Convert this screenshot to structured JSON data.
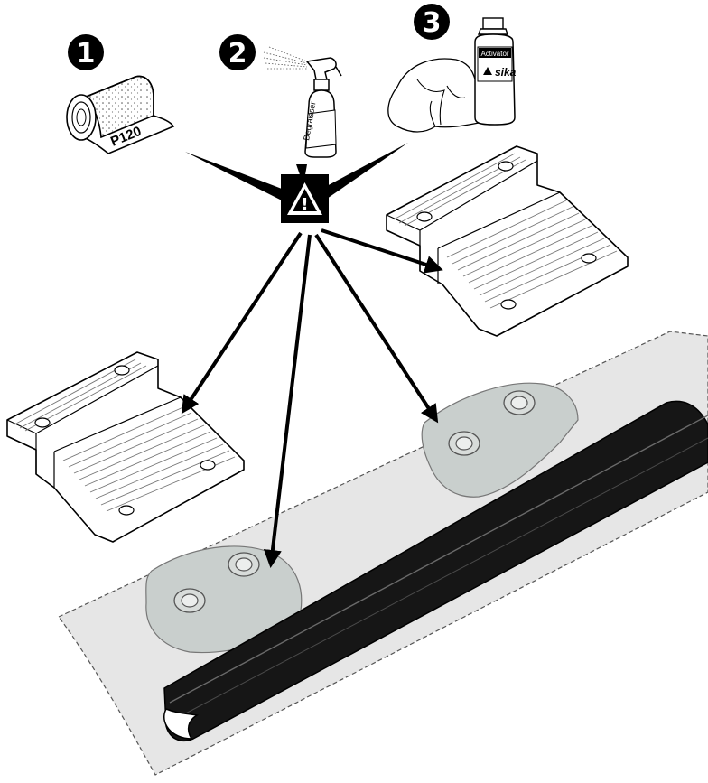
{
  "steps": [
    {
      "number": "1",
      "label": "P120",
      "icon": "sandpaper-roll-icon"
    },
    {
      "number": "2",
      "label": "Degraisser",
      "icon": "spray-bottle-icon"
    },
    {
      "number": "3",
      "label_top": "Activator",
      "label_brand": "sika",
      "icon": "activator-bottle-icon"
    }
  ],
  "warning": {
    "symbol": "!",
    "icon": "warning-triangle-icon"
  },
  "colors": {
    "ink": "#000000",
    "surface": "#e6e6e6",
    "pad": "#c9cfcd",
    "rail": "#161616",
    "paper": "#ffffff"
  }
}
